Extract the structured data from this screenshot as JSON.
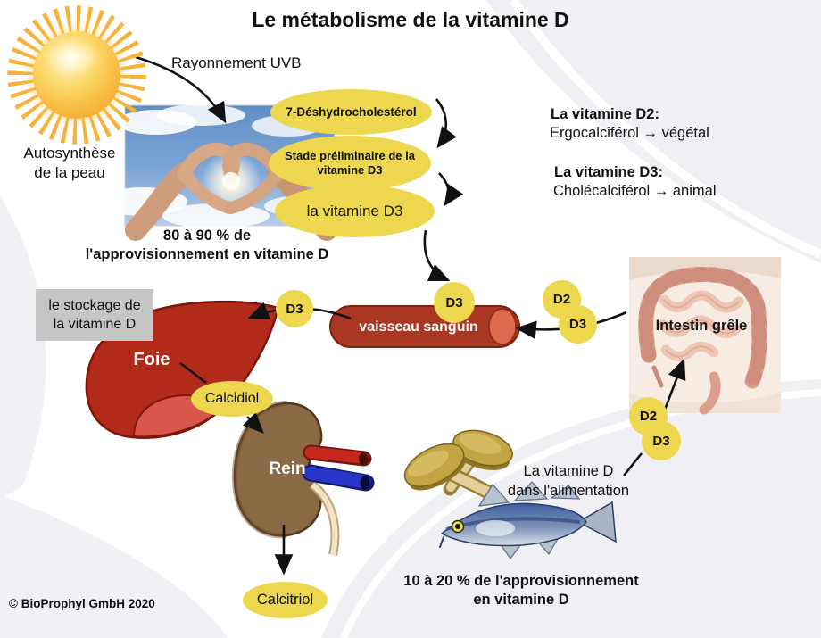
{
  "title": "Le métabolisme de la vitamine D",
  "copyright": "© BioProphyl GmbH 2020",
  "sun_pathway": {
    "uvb_label": "Rayonnement UVB",
    "skin_line1": "Autosynthèse",
    "skin_line2": "de la peau",
    "stage1": "7-Déshydrocholestérol",
    "stage2_line1": "Stade préliminaire de la",
    "stage2_line2": "vitamine D3",
    "stage3": "la vitamine D3",
    "supply_line1": "80 à 90 % de",
    "supply_line2": "l'approvisionnement en vitamine D"
  },
  "legend": {
    "d2_title": "La vitamine D2:",
    "d2_desc": "Ergocalciférol → végétal",
    "d3_title": "La vitamine D3:",
    "d3_desc": "Cholécalciférol → animal"
  },
  "blood": {
    "storage_line1": "le stockage de",
    "storage_line2": "la vitamine D",
    "liver_label": "Foie",
    "vessel_label": "vaisseau sanguin",
    "intestine_label": "Intestin grêle",
    "kidney_label": "Rein",
    "calcidiol_label": "Calcidiol",
    "calcitriol_label": "Calcitriol",
    "d3_to_liver": "D3",
    "d3_on_vessel": "D3",
    "d2_from_gut": "D2",
    "d3_from_gut": "D3"
  },
  "food": {
    "d2_label": "D2",
    "d3_label": "D3",
    "line1": "La vitamine D",
    "line2": "dans l'alimentation",
    "supply_line1": "10 à 20 % de l'approvisionnement",
    "supply_line2": "en vitamine D"
  },
  "icons": {
    "sun": "sun-icon",
    "photo": "heart-hands-photo",
    "liver": "liver-illustration",
    "vessel": "blood-vessel-illustration",
    "kidney": "kidney-illustration",
    "intestine": "intestine-illustration",
    "mushrooms": "mushrooms-icon",
    "fish": "fish-icon"
  },
  "colors": {
    "highlight_yellow": "#edd74e",
    "vessel_red": "#a93722",
    "liver_red": "#b22b1a",
    "kidney_brown": "#8a6a45",
    "storage_gray": "#c6c6c6",
    "background_swoosh": "#f0f0f4"
  }
}
